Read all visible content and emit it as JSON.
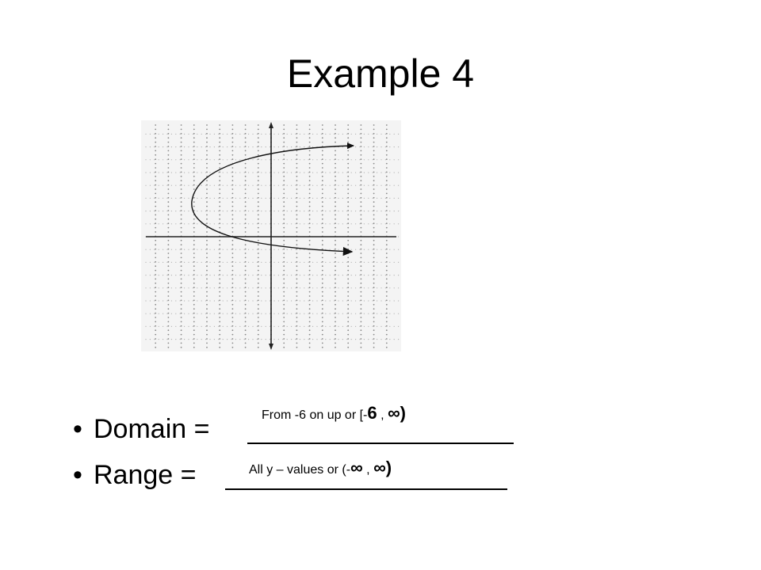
{
  "slide": {
    "title": "Example 4"
  },
  "graph": {
    "description_icon": "graph-grid-icon"
  },
  "bullets": {
    "domain_label": "Domain =",
    "domain_answer_prefix": "From  -6 on up or [-",
    "domain_answer_lower": "6",
    "domain_answer_sep": " , ",
    "domain_answer_upper": "∞",
    "domain_answer_close": ")",
    "range_label": "Range =",
    "range_answer_prefix": "All  y – values or (-",
    "range_answer_lower": "∞",
    "range_answer_sep": " , ",
    "range_answer_upper": "∞",
    "range_answer_close": ")",
    "bullet_char": "•"
  }
}
